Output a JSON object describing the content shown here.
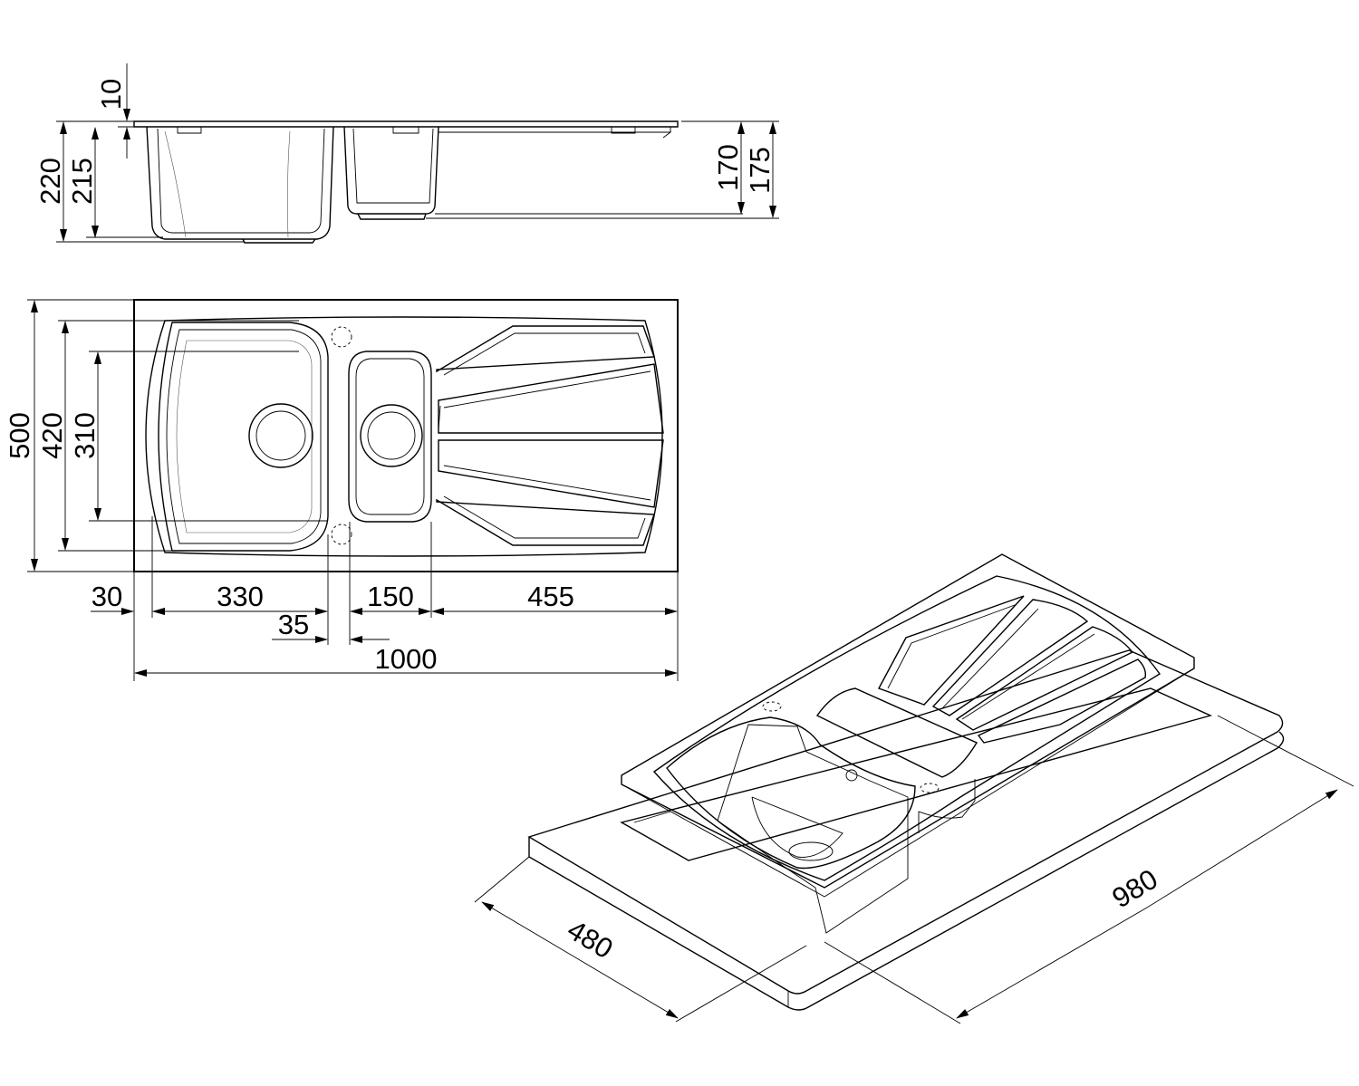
{
  "side_view": {
    "dims": {
      "rim": "10",
      "total_depth": "220",
      "main_bowl_depth": "215",
      "small_bowl_depth": "170",
      "small_bowl_total": "175"
    }
  },
  "top_view": {
    "dims": {
      "depth_total": "500",
      "depth_inner": "420",
      "depth_bowl": "310",
      "left_margin": "30",
      "main_bowl_width": "330",
      "bowl_gap": "35",
      "small_bowl_width": "150",
      "drainer_width": "455",
      "overall_width": "1000"
    }
  },
  "cutout_view": {
    "dims": {
      "cutout_depth": "480",
      "cutout_width": "980"
    }
  }
}
